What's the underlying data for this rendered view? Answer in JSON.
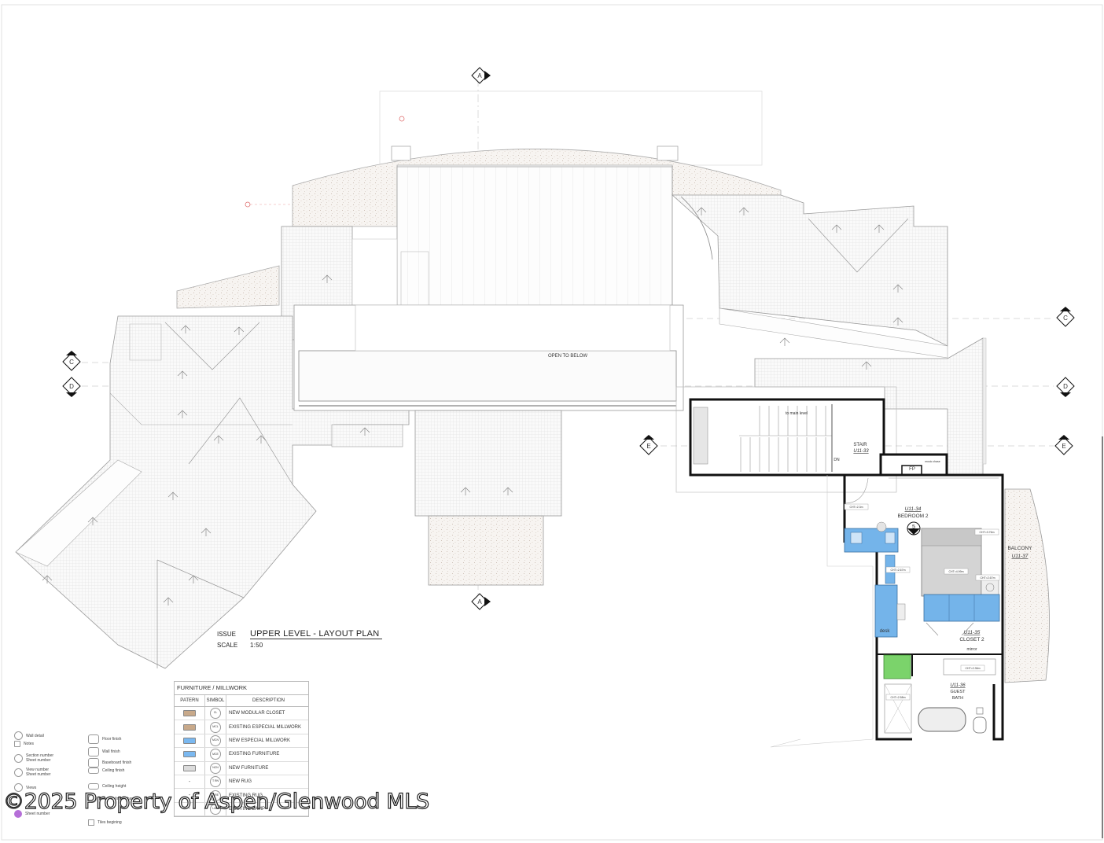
{
  "plan": {
    "section_markers": [
      {
        "key": "a-top",
        "letter": "A"
      },
      {
        "key": "a-bottom",
        "letter": "A"
      },
      {
        "key": "c-left",
        "letter": "C"
      },
      {
        "key": "c-right",
        "letter": "C"
      },
      {
        "key": "d-left",
        "letter": "D"
      },
      {
        "key": "d-right",
        "letter": "D"
      },
      {
        "key": "e-left",
        "letter": "E"
      },
      {
        "key": "e-right",
        "letter": "E"
      }
    ],
    "labels": {
      "open_to_below": "OPEN TO BELOW",
      "to_main_level": "to main level",
      "dn": "DN",
      "stair": "STAIR",
      "stair_code": "U11-33",
      "fp": "FP",
      "music_chase": "music chase",
      "bedroom_code": "U11-34",
      "bedroom": "BEDROOM 2",
      "balcony": "BALCONY",
      "balcony_code": "U11-37",
      "desk": "desk",
      "closet_code": "U11-35",
      "closet": "CLOSET 2",
      "mirror": "mirror",
      "bath_code": "U11-36",
      "bath_1": "GUEST",
      "bath_2": "BATH",
      "ceiling_tag_1": "CHT=2.3m",
      "ceiling_tag_2": "CHT=3.76m",
      "ceiling_tag_3": "CHT=2.67m",
      "ceiling_tag_4": "CHT=4.99m",
      "ceiling_tag_5": "CHT=2.67m",
      "ceiling_tag_6": "CHT=2.36m",
      "ceiling_tag_7": "CHT=2.58m",
      "view_number": "5"
    }
  },
  "title_block": {
    "issue_label": "ISSUE",
    "issue_value": "UPPER LEVEL - LAYOUT PLAN",
    "scale_label": "SCALE",
    "scale_value": "1:50"
  },
  "legend": {
    "title": "FURNITURE / MILLWORK",
    "headers": [
      "PATERN",
      "SIMBOL",
      "DESCRIPTION"
    ],
    "rows": [
      {
        "pattern": "swatch",
        "color": "#c8a98a",
        "code": "CL",
        "description": "NEW MODULAR CLOSET"
      },
      {
        "pattern": "swatch",
        "color": "#c8a98a",
        "code": "MCL",
        "description": "EXISTING ESPECIAL MILLWORK"
      },
      {
        "pattern": "swatch",
        "color": "#7ab8f0",
        "code": "MCN",
        "description": "NEW ESPECIAL MILLWORK"
      },
      {
        "pattern": "swatch",
        "color": "#7ab8f0",
        "code": "MCE",
        "description": "EXISTING FURNITURE"
      },
      {
        "pattern": "swatch",
        "color": "#dcdcdc",
        "code": "NCN",
        "description": "NEW FURNITURE"
      },
      {
        "pattern": "dash",
        "color": "",
        "code": "T RN",
        "description": "NEW RUG"
      },
      {
        "pattern": "dash",
        "color": "",
        "code": "T RE",
        "description": "EXISTING RUG"
      },
      {
        "pattern": "dash",
        "color": "",
        "code": "LME",
        "description": "EXISTING LAMP"
      }
    ]
  },
  "symbols": [
    {
      "key": "wall-detail",
      "label": "Wall detail"
    },
    {
      "key": "notes",
      "label": "Notes"
    },
    {
      "key": "section-number",
      "label": "Section number"
    },
    {
      "key": "section-sheet",
      "label": "Sheet number"
    },
    {
      "key": "view-number",
      "label": "View number"
    },
    {
      "key": "view-sheet",
      "label": "Sheet number"
    },
    {
      "key": "views",
      "label": "Views"
    },
    {
      "key": "sheet-number",
      "label": "Sheet number"
    },
    {
      "key": "floor-finish",
      "label": "Floor finish"
    },
    {
      "key": "wall-finish",
      "label": "Wall finish"
    },
    {
      "key": "baseboard-finish",
      "label": "Baseboard finish"
    },
    {
      "key": "ceiling-finish",
      "label": "Ceiling finish"
    },
    {
      "key": "ceiling-height",
      "label": "Ceiling height"
    },
    {
      "key": "level-change",
      "label": "Level or finish change"
    },
    {
      "key": "tiles-beginning",
      "label": "Tiles begining"
    }
  ],
  "watermark": "©2025 Property of Aspen/Glenwood MLS"
}
